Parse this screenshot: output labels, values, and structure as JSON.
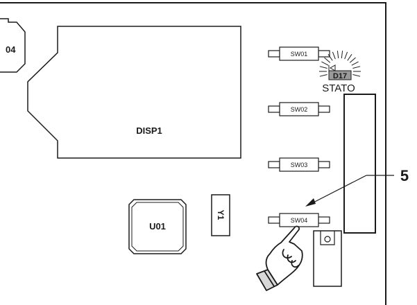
{
  "labels": {
    "connector_label": "04",
    "display_label": "DISP1",
    "chip_label": "U01",
    "crystal_label": "Y1",
    "led_label": "D17",
    "status_label": "STATO",
    "callout_number": "5"
  },
  "switches": [
    {
      "label": "SW01"
    },
    {
      "label": "SW02"
    },
    {
      "label": "SW03"
    },
    {
      "label": "SW04"
    }
  ],
  "colors": {
    "line": "#1a1a1a",
    "led_fill": "#9a9a9a",
    "background": "#ffffff"
  },
  "icons": {
    "pointer": "pointing-hand-icon",
    "led_glow": "led-burst-icon"
  }
}
